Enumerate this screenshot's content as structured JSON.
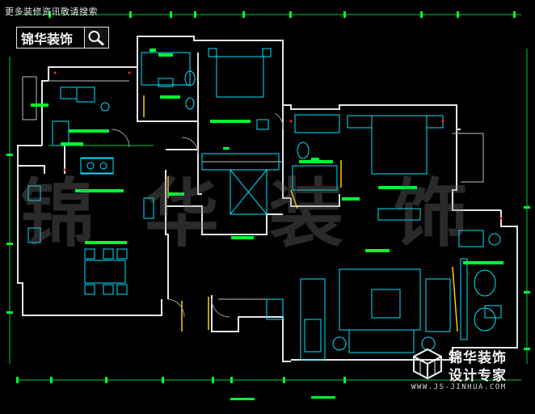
{
  "header": {
    "caption": "更多装修资讯敬请搜索",
    "logo_text": "锦华装饰"
  },
  "watermark": {
    "text": "锦华装饰"
  },
  "footer_brand": {
    "name": "锦华装饰",
    "slogan": "设计专家",
    "url": "WWW.JS-JINHUA.COM"
  },
  "colors": {
    "background": "#000000",
    "wall": "#e6e6e6",
    "furniture": "#00e5ff",
    "label_bar": "#00ff33",
    "dimension": "#00c840",
    "door": "#ffd200",
    "accent_red": "#ff2a2a"
  },
  "icons": [
    "search-icon",
    "brand-cube-icon"
  ]
}
